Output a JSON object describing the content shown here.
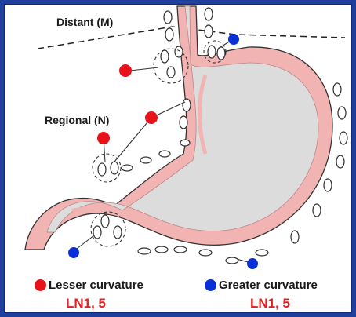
{
  "labels": {
    "distant": "Distant (M)",
    "regional": "Regional (N)"
  },
  "legend": {
    "lesser": {
      "label": "Lesser curvature",
      "code": "LN1, 5",
      "color": "#e8121b"
    },
    "greater": {
      "label": "Greater curvature",
      "code": "LN1, 5",
      "color": "#0b2fd6"
    }
  },
  "colors": {
    "stomach_wall": "#f2b3b3",
    "stomach_inner": "#dcdcdc",
    "frame": "#1f3f9c",
    "code_text": "#e41f1f"
  }
}
